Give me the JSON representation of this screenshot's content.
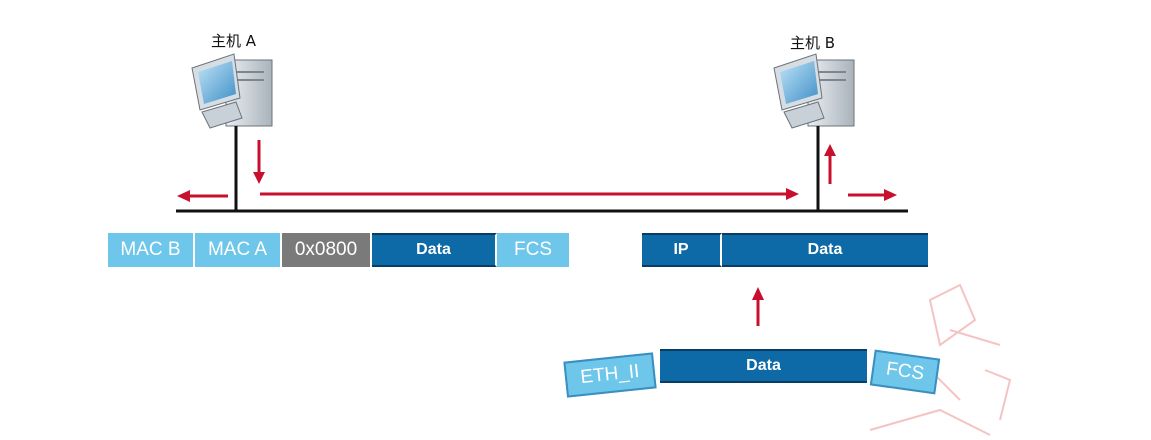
{
  "hosts": {
    "a": {
      "label": "主机 A"
    },
    "b": {
      "label": "主机 B"
    }
  },
  "frame_left": {
    "fields": [
      {
        "text": "MAC B",
        "style": "light"
      },
      {
        "text": "MAC A",
        "style": "light"
      },
      {
        "text": "0x0800",
        "style": "gray"
      },
      {
        "text": "Data",
        "style": "dark"
      },
      {
        "text": "FCS",
        "style": "light"
      }
    ]
  },
  "frame_right": {
    "fields": [
      {
        "text": "IP",
        "style": "dark"
      },
      {
        "text": "Data",
        "style": "dark"
      }
    ]
  },
  "frame_bottom": {
    "head": "ETH_II",
    "data": "Data",
    "tail": "FCS"
  },
  "colors": {
    "arrow": "#c8102e",
    "light_field": "#6ec6ea",
    "dark_field": "#0d6aa6",
    "type_field": "#7a7a7a",
    "wire": "#111111"
  }
}
